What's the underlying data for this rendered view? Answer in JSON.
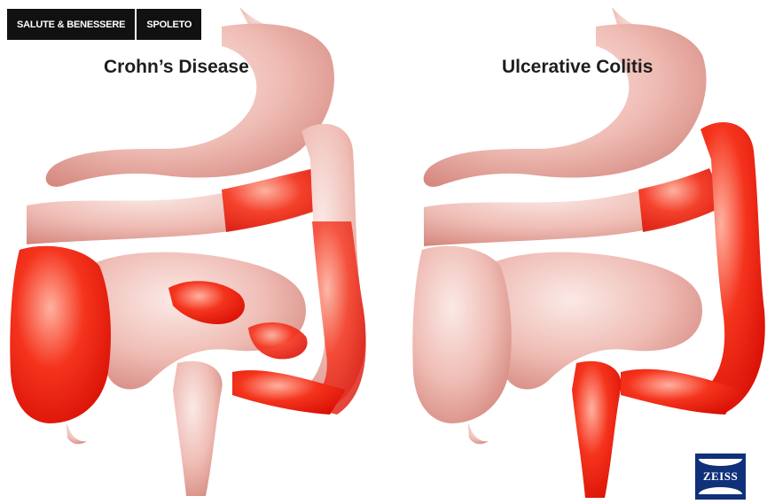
{
  "tags": [
    "SALUTE & BENESSERE",
    "SPOLETO"
  ],
  "panels": {
    "left": {
      "title": "Crohn’s Disease"
    },
    "right": {
      "title": "Ulcerative Colitis"
    }
  },
  "logo": {
    "text": "ZEISS"
  },
  "colors": {
    "healthy_tissue": "#f2c4bd",
    "inflamed_tissue": "#f41d0c",
    "background": "#ffffff",
    "tag_background": "#111111",
    "logo_background": "#10307a"
  }
}
